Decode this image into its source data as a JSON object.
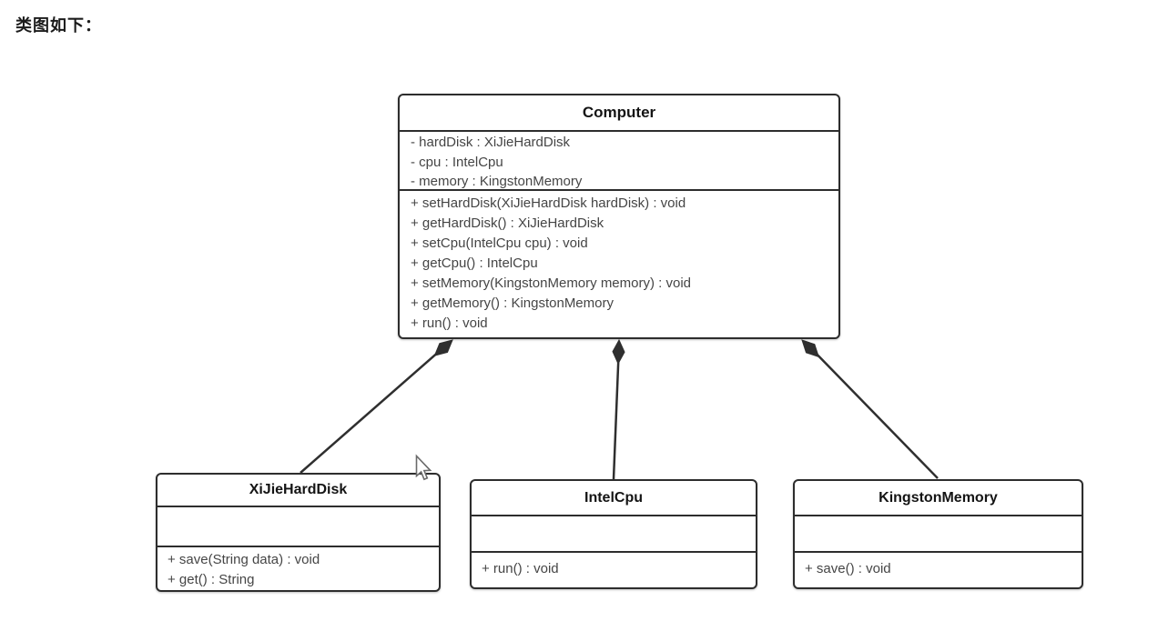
{
  "page": {
    "heading": "类图如下："
  },
  "diagram": {
    "type": "uml-class-diagram",
    "classes": [
      {
        "name": "Computer",
        "attributes": [
          "- hardDisk : XiJieHardDisk",
          "- cpu : IntelCpu",
          "- memory : KingstonMemory"
        ],
        "methods": [
          "+ setHardDisk(XiJieHardDisk hardDisk) : void",
          "+ getHardDisk() : XiJieHardDisk",
          "+ setCpu(IntelCpu cpu) : void",
          "+ getCpu() : IntelCpu",
          "+ setMemory(KingstonMemory memory) : void",
          "+ getMemory() : KingstonMemory",
          "+ run() : void"
        ]
      },
      {
        "name": "XiJieHardDisk",
        "attributes": [],
        "methods": [
          "+ save(String data) : void",
          "+ get() : String"
        ]
      },
      {
        "name": "IntelCpu",
        "attributes": [],
        "methods": [
          "+ run() : void"
        ]
      },
      {
        "name": "KingstonMemory",
        "attributes": [],
        "methods": [
          "+ save() : void"
        ]
      }
    ],
    "relationships": [
      {
        "type": "composition",
        "from": "Computer",
        "to": "XiJieHardDisk",
        "diamond": "filled",
        "diamond_at": "Computer"
      },
      {
        "type": "composition",
        "from": "Computer",
        "to": "IntelCpu",
        "diamond": "filled",
        "diamond_at": "Computer"
      },
      {
        "type": "composition",
        "from": "Computer",
        "to": "KingstonMemory",
        "diamond": "filled",
        "diamond_at": "Computer"
      }
    ],
    "colors": {
      "background": "#ffffff",
      "box_fill": "#ffffff",
      "box_border": "#2d2d2d",
      "line": "#2f2f2f",
      "member_text": "#454545",
      "name_text": "#141414"
    }
  }
}
